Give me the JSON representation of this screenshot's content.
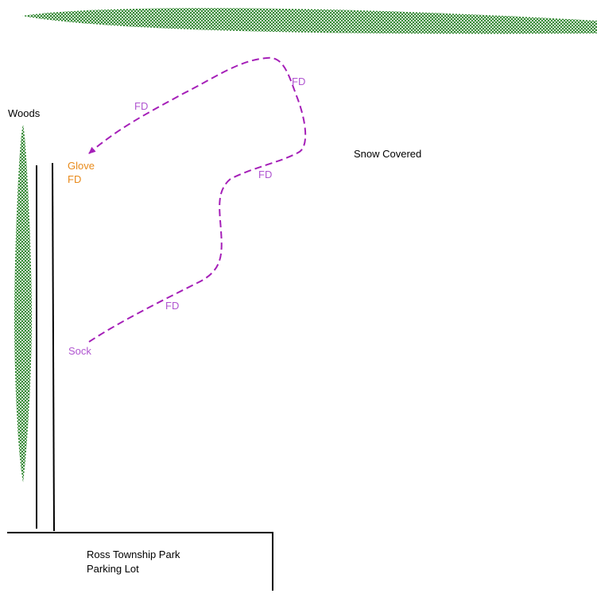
{
  "colors": {
    "woods": "#1a7a1a",
    "track": "#a51fb8",
    "track_label": "#b055d0",
    "glove_label": "#e88a1a",
    "ink": "#000000",
    "background": "#ffffff"
  },
  "labels": {
    "woods": "Woods",
    "snow": "Snow Covered",
    "glove": "Glove",
    "glove_fd": "FD",
    "sock": "Sock",
    "fd_upper_left": "FD",
    "fd_top_right": "FD",
    "fd_middle": "FD",
    "fd_lower": "FD",
    "parking_line1": "Ross Township Park",
    "parking_line2": "Parking Lot"
  }
}
